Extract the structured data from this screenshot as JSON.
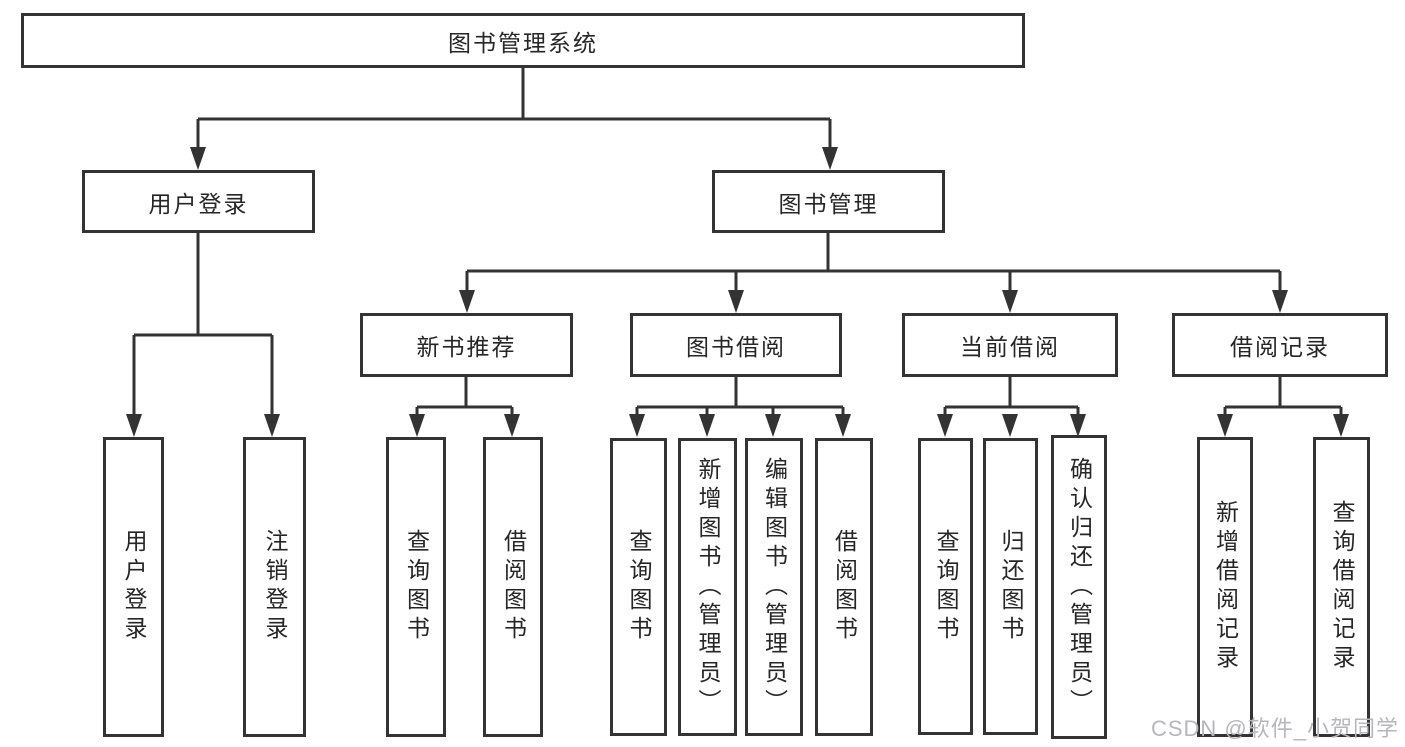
{
  "tree": {
    "label": "图书管理系统",
    "children": [
      {
        "label": "用户登录",
        "children": [
          {
            "label": "用户登录"
          },
          {
            "label": "注销登录"
          }
        ]
      },
      {
        "label": "图书管理",
        "children": [
          {
            "label": "新书推荐",
            "children": [
              {
                "label": "查询图书"
              },
              {
                "label": "借阅图书"
              }
            ]
          },
          {
            "label": "图书借阅",
            "children": [
              {
                "label": "查询图书"
              },
              {
                "label": "新增图书（管理员）"
              },
              {
                "label": "编辑图书（管理员）"
              },
              {
                "label": "借阅图书"
              }
            ]
          },
          {
            "label": "当前借阅",
            "children": [
              {
                "label": "查询图书"
              },
              {
                "label": "归还图书"
              },
              {
                "label": "确认归还（管理员）"
              }
            ]
          },
          {
            "label": "借阅记录",
            "children": [
              {
                "label": "新增借阅记录"
              },
              {
                "label": "查询借阅记录"
              }
            ]
          }
        ]
      }
    ]
  },
  "colors": {
    "line": "#333333",
    "box_border": "#333333",
    "text": "#262626",
    "watermark": "#b7b7bb",
    "background": "#ffffff"
  },
  "watermark": {
    "text": "CSDN @软件_小贺同学"
  }
}
